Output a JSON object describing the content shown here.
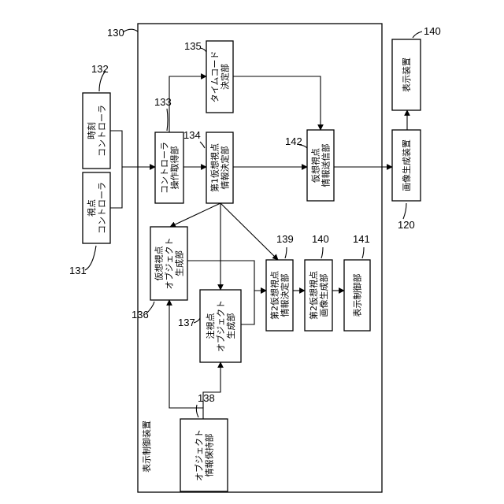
{
  "blocks": {
    "b130": {
      "ref": "130",
      "title": "表示制御装置"
    },
    "b131": {
      "ref": "131",
      "lines": [
        "視点",
        "コントローラ"
      ]
    },
    "b132": {
      "ref": "132",
      "lines": [
        "時刻",
        "コントローラ"
      ]
    },
    "b133": {
      "ref": "133",
      "lines": [
        "コントローラ",
        "操作取得部"
      ]
    },
    "b134": {
      "ref": "134",
      "lines": [
        "第1仮想視点",
        "情報決定部"
      ]
    },
    "b135": {
      "ref": "135",
      "lines": [
        "タイムコード",
        "決定部"
      ]
    },
    "b136": {
      "ref": "136",
      "lines": [
        "仮想視点",
        "オブジェクト",
        "生成部"
      ]
    },
    "b137": {
      "ref": "137",
      "lines": [
        "注視点",
        "オブジェクト",
        "生成部"
      ]
    },
    "b138": {
      "ref": "138",
      "lines": [
        "オブジェクト",
        "情報保持部"
      ]
    },
    "b139": {
      "ref": "139",
      "lines": [
        "第2仮想視点",
        "情報決定部"
      ]
    },
    "b140a": {
      "ref": "140",
      "lines": [
        "第2仮想視点",
        "画像生成部"
      ]
    },
    "b141": {
      "ref": "141",
      "lines": [
        "表示制御部"
      ]
    },
    "b142": {
      "ref": "142",
      "lines": [
        "仮想視点",
        "情報送信部"
      ]
    },
    "b120": {
      "ref": "120",
      "lines": [
        "画像生成装置"
      ]
    },
    "b140b": {
      "ref": "140",
      "lines": [
        "表示装置"
      ]
    }
  }
}
